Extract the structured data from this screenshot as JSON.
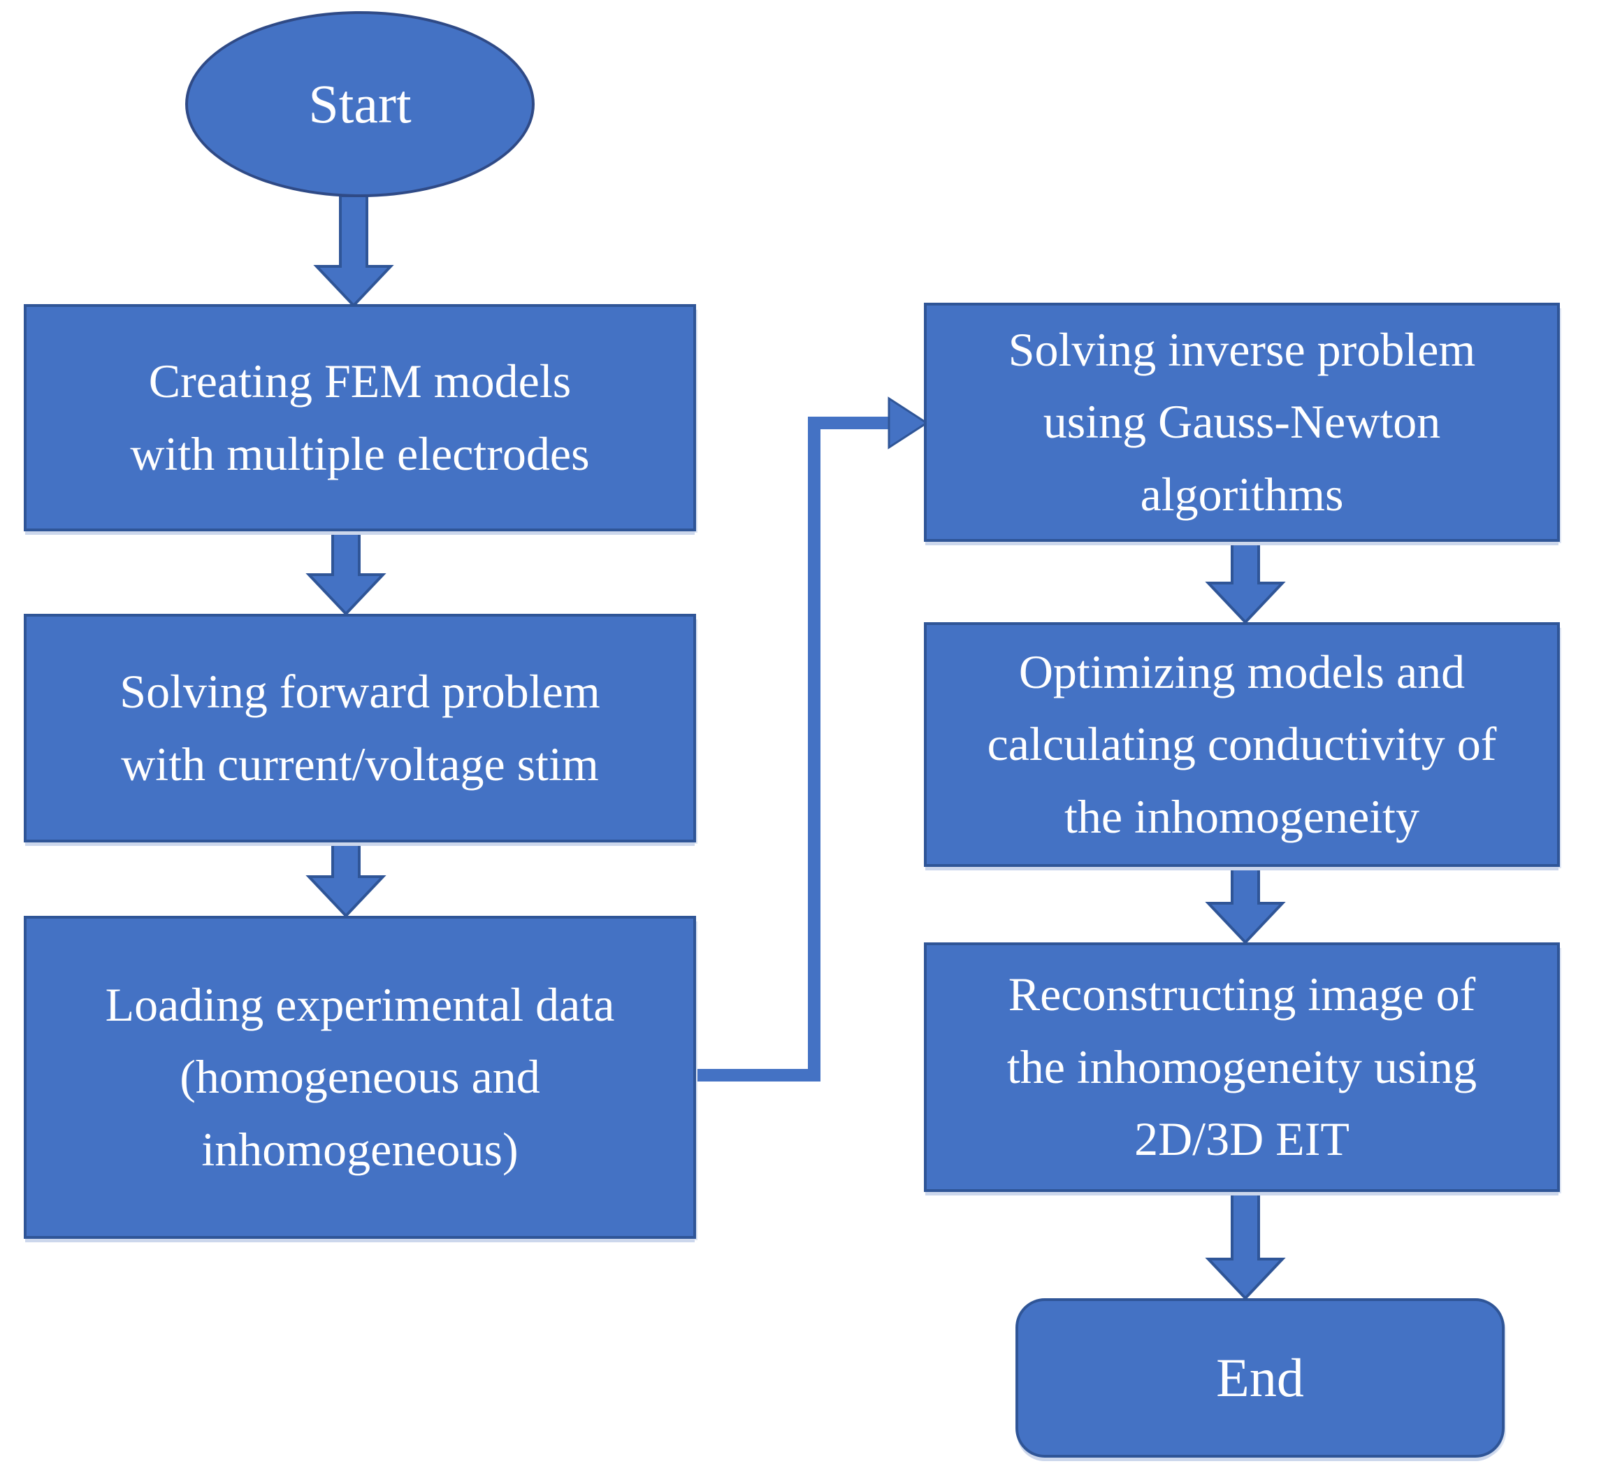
{
  "diagram": {
    "type": "flowchart",
    "colors": {
      "background": "#ffffff",
      "node_fill": "#4472c4",
      "node_border": "#2f5597",
      "terminator_border": "#2f4a86",
      "text": "#ffffff",
      "connector": "#4472c4",
      "connector_outline": "#2f5597"
    },
    "nodes": {
      "start": {
        "shape": "ellipse",
        "label": "Start"
      },
      "creating_fem": {
        "shape": "rectangle",
        "label": "Creating FEM models\nwith multiple electrodes"
      },
      "forward_problem": {
        "shape": "rectangle",
        "label": "Solving forward problem\nwith current/voltage stim"
      },
      "loading_data": {
        "shape": "rectangle",
        "label": "Loading experimental data\n(homogeneous and\ninhomogeneous)"
      },
      "inverse_problem": {
        "shape": "rectangle",
        "label": "Solving inverse problem\nusing Gauss-Newton\nalgorithms"
      },
      "optimizing": {
        "shape": "rectangle",
        "label": "Optimizing models and\ncalculating conductivity of\nthe inhomogeneity"
      },
      "reconstructing": {
        "shape": "rectangle",
        "label": "Reconstructing image of\nthe inhomogeneity using\n2D/3D EIT"
      },
      "end": {
        "shape": "rounded-rectangle",
        "label": "End"
      }
    },
    "edges": [
      {
        "from": "start",
        "to": "creating_fem",
        "style": "block-arrow-down"
      },
      {
        "from": "creating_fem",
        "to": "forward_problem",
        "style": "block-arrow-down"
      },
      {
        "from": "forward_problem",
        "to": "loading_data",
        "style": "block-arrow-down"
      },
      {
        "from": "loading_data",
        "to": "inverse_problem",
        "style": "elbow-arrow-right-up-right"
      },
      {
        "from": "inverse_problem",
        "to": "optimizing",
        "style": "block-arrow-down"
      },
      {
        "from": "optimizing",
        "to": "reconstructing",
        "style": "block-arrow-down"
      },
      {
        "from": "reconstructing",
        "to": "end",
        "style": "block-arrow-down"
      }
    ]
  }
}
